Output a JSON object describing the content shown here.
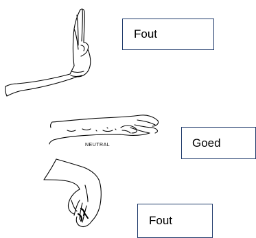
{
  "labels": {
    "top": "Fout",
    "middle": "Goed",
    "bottom": "Fout"
  },
  "caption": "NEUTRAL",
  "colors": {
    "box_border": "#1f3a6b",
    "line": "#000000"
  }
}
